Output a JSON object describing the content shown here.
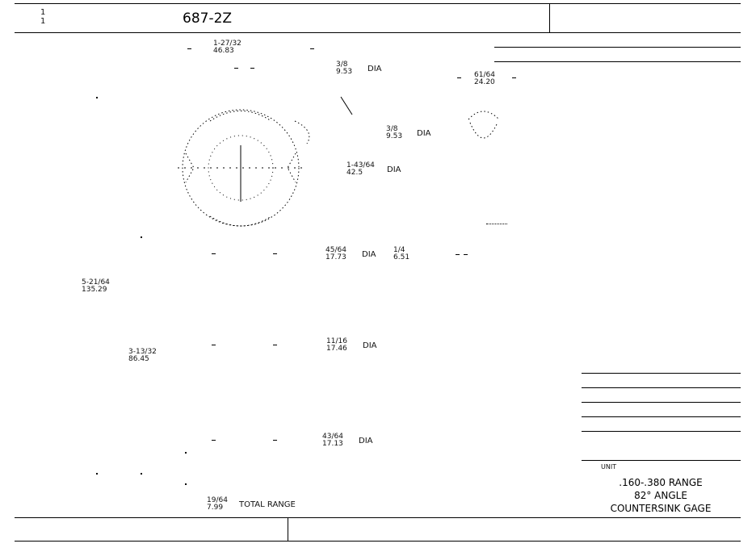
{
  "header": {
    "sheet_num": "1",
    "sheet_den": "1",
    "part_number": "687-2Z"
  },
  "dims": [
    {
      "id": "d1",
      "top": "1-27/32",
      "bottom": "46.83",
      "suffix": ""
    },
    {
      "id": "d2",
      "top": "3/8",
      "bottom": "9.53",
      "suffix": "DIA"
    },
    {
      "id": "d3",
      "top": "61/64",
      "bottom": "24.20",
      "suffix": ""
    },
    {
      "id": "d4",
      "top": "3/8",
      "bottom": "9.53",
      "suffix": "DIA"
    },
    {
      "id": "d5",
      "top": "1-43/64",
      "bottom": "42.5",
      "suffix": "DIA"
    },
    {
      "id": "d6",
      "top": "45/64",
      "bottom": "17.73",
      "suffix": "DIA"
    },
    {
      "id": "d7",
      "top": "1/4",
      "bottom": "6.51",
      "suffix": ""
    },
    {
      "id": "d8",
      "top": "5-21/64",
      "bottom": "135.29",
      "suffix": ""
    },
    {
      "id": "d9",
      "top": "11/16",
      "bottom": "17.46",
      "suffix": "DIA"
    },
    {
      "id": "d10",
      "top": "3-13/32",
      "bottom": "86.45",
      "suffix": ""
    },
    {
      "id": "d11",
      "top": "43/64",
      "bottom": "17.13",
      "suffix": "DIA"
    },
    {
      "id": "d12",
      "top": "19/64",
      "bottom": "7.99",
      "suffix": "TOTAL RANGE"
    }
  ],
  "title_block": {
    "unit_label": "UNIT",
    "line1": ".160-.380 RANGE",
    "line2": "82° ANGLE",
    "line3": "COUNTERSINK GAGE"
  }
}
